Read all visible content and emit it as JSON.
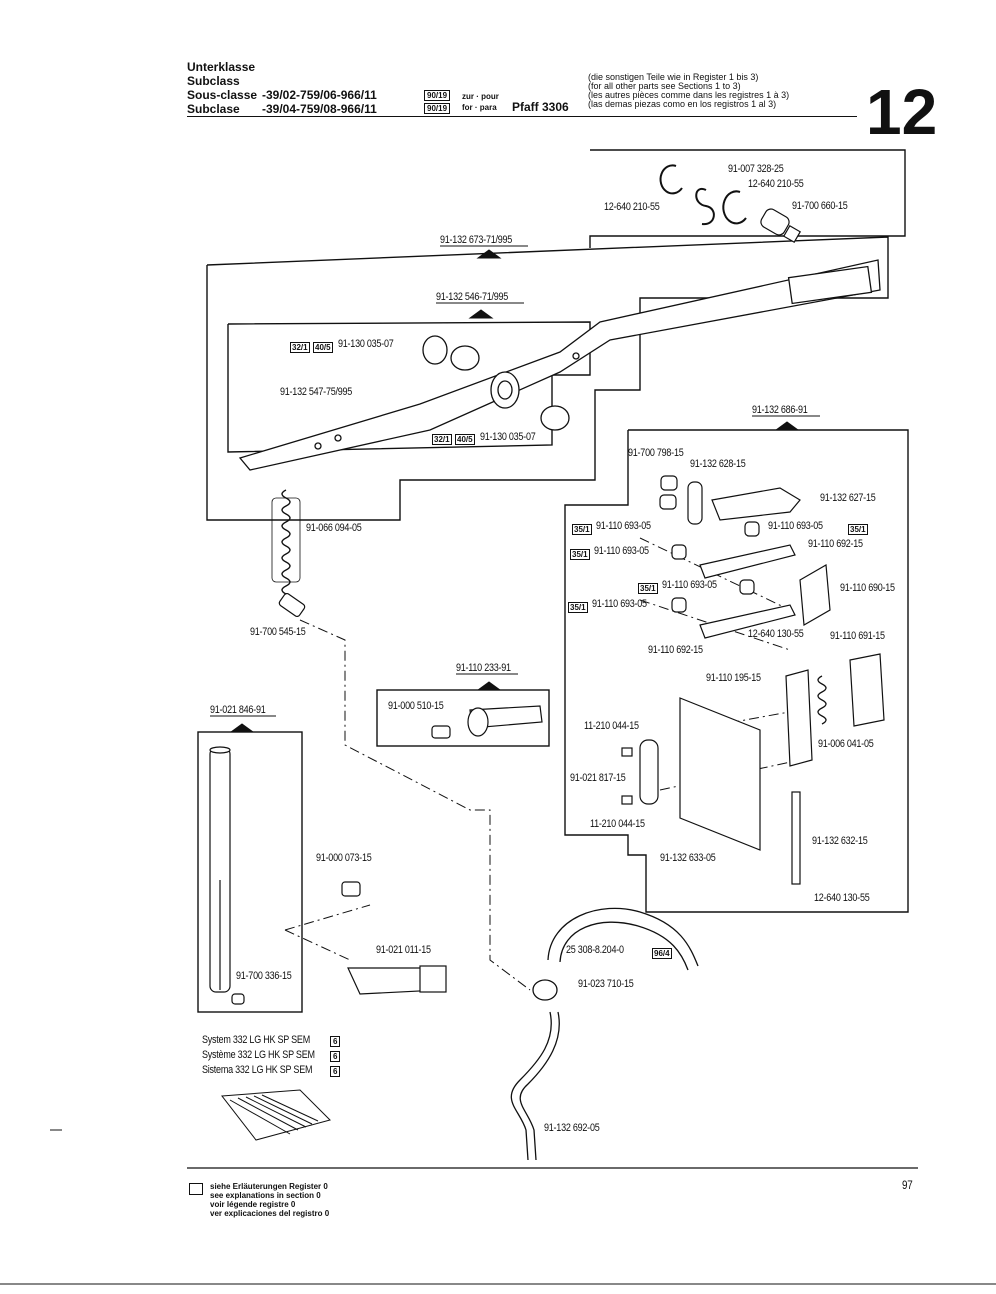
{
  "header": {
    "labels": [
      "Unterklasse",
      "Subclass",
      "Sous-classe",
      "Subclase"
    ],
    "subclass_line1": "-39/02-759/06-966/11",
    "subclass_line2": "-39/04-759/08-966/11",
    "badge": "90/19",
    "zur_pour": "zur · pour",
    "for_para": "for · para",
    "model": "Pfaff 3306",
    "notes": [
      "(die sonstigen Teile wie in Register 1 bis 3)",
      "(for all other parts see Sections 1 to 3)",
      "(les autres pièces comme dans les registres 1 à 3)",
      "(las demas piezas como en los registros 1 al 3)"
    ],
    "section_number": "12"
  },
  "parts": {
    "p1": "91-007 328-25",
    "p2": "12-640 210-55",
    "p3": "12-640 210-55",
    "p4": "91-700 660-15",
    "p5": "91-132 673-71/995",
    "p6": "91-132 546-71/995",
    "p7": "91-130 035-07",
    "p8": "91-132 547-75/995",
    "p9": "91-130 035-07",
    "p10": "91-066 094-05",
    "p11": "91-700 545-15",
    "p12": "91-132 686-91",
    "p13": "91-700 798-15",
    "p14": "91-132 628-15",
    "p15": "91-132 627-15",
    "p16": "91-110 693-05",
    "p17": "91-110 693-05",
    "p18": "91-110 693-05",
    "p19": "91-110 692-15",
    "p20": "91-110 693-05",
    "p21": "91-110 690-15",
    "p22": "91-110 693-05",
    "p23": "12-640 130-55",
    "p24": "91-110 691-15",
    "p25": "91-110 692-15",
    "p26": "91-110 195-15",
    "p27": "11-210 044-15",
    "p28": "91-021 817-15",
    "p29": "11-210 044-15",
    "p30": "91-006 041-05",
    "p31": "91-132 633-05",
    "p32": "91-132 632-15",
    "p33": "12-640 130-55",
    "p34": "91-110 233-91",
    "p35": "91-000 510-15",
    "p36": "91-021 846-91",
    "p37": "91-000 073-15",
    "p38": "91-021 011-15",
    "p39": "91-700 336-15",
    "p40": "25 308-8.204-0",
    "p41": "91-023 710-15",
    "p42": "91-132 692-05"
  },
  "badges": {
    "b32_1": "32/1",
    "b40_5": "40/5",
    "b35_1": "35/1",
    "b96_4": "96/4"
  },
  "system": {
    "line1": "System  332 LG HK SP SEM",
    "line2": "Système 332 LG HK SP SEM",
    "line3": "Sistema 332 LG HK SP SEM",
    "box": "6"
  },
  "footer": {
    "legend": [
      "siehe Erläuterungen Register 0",
      "see explanations in section 0",
      "voir légende registre 0",
      "ver explicaciones del registro 0"
    ],
    "page_number": "97"
  }
}
